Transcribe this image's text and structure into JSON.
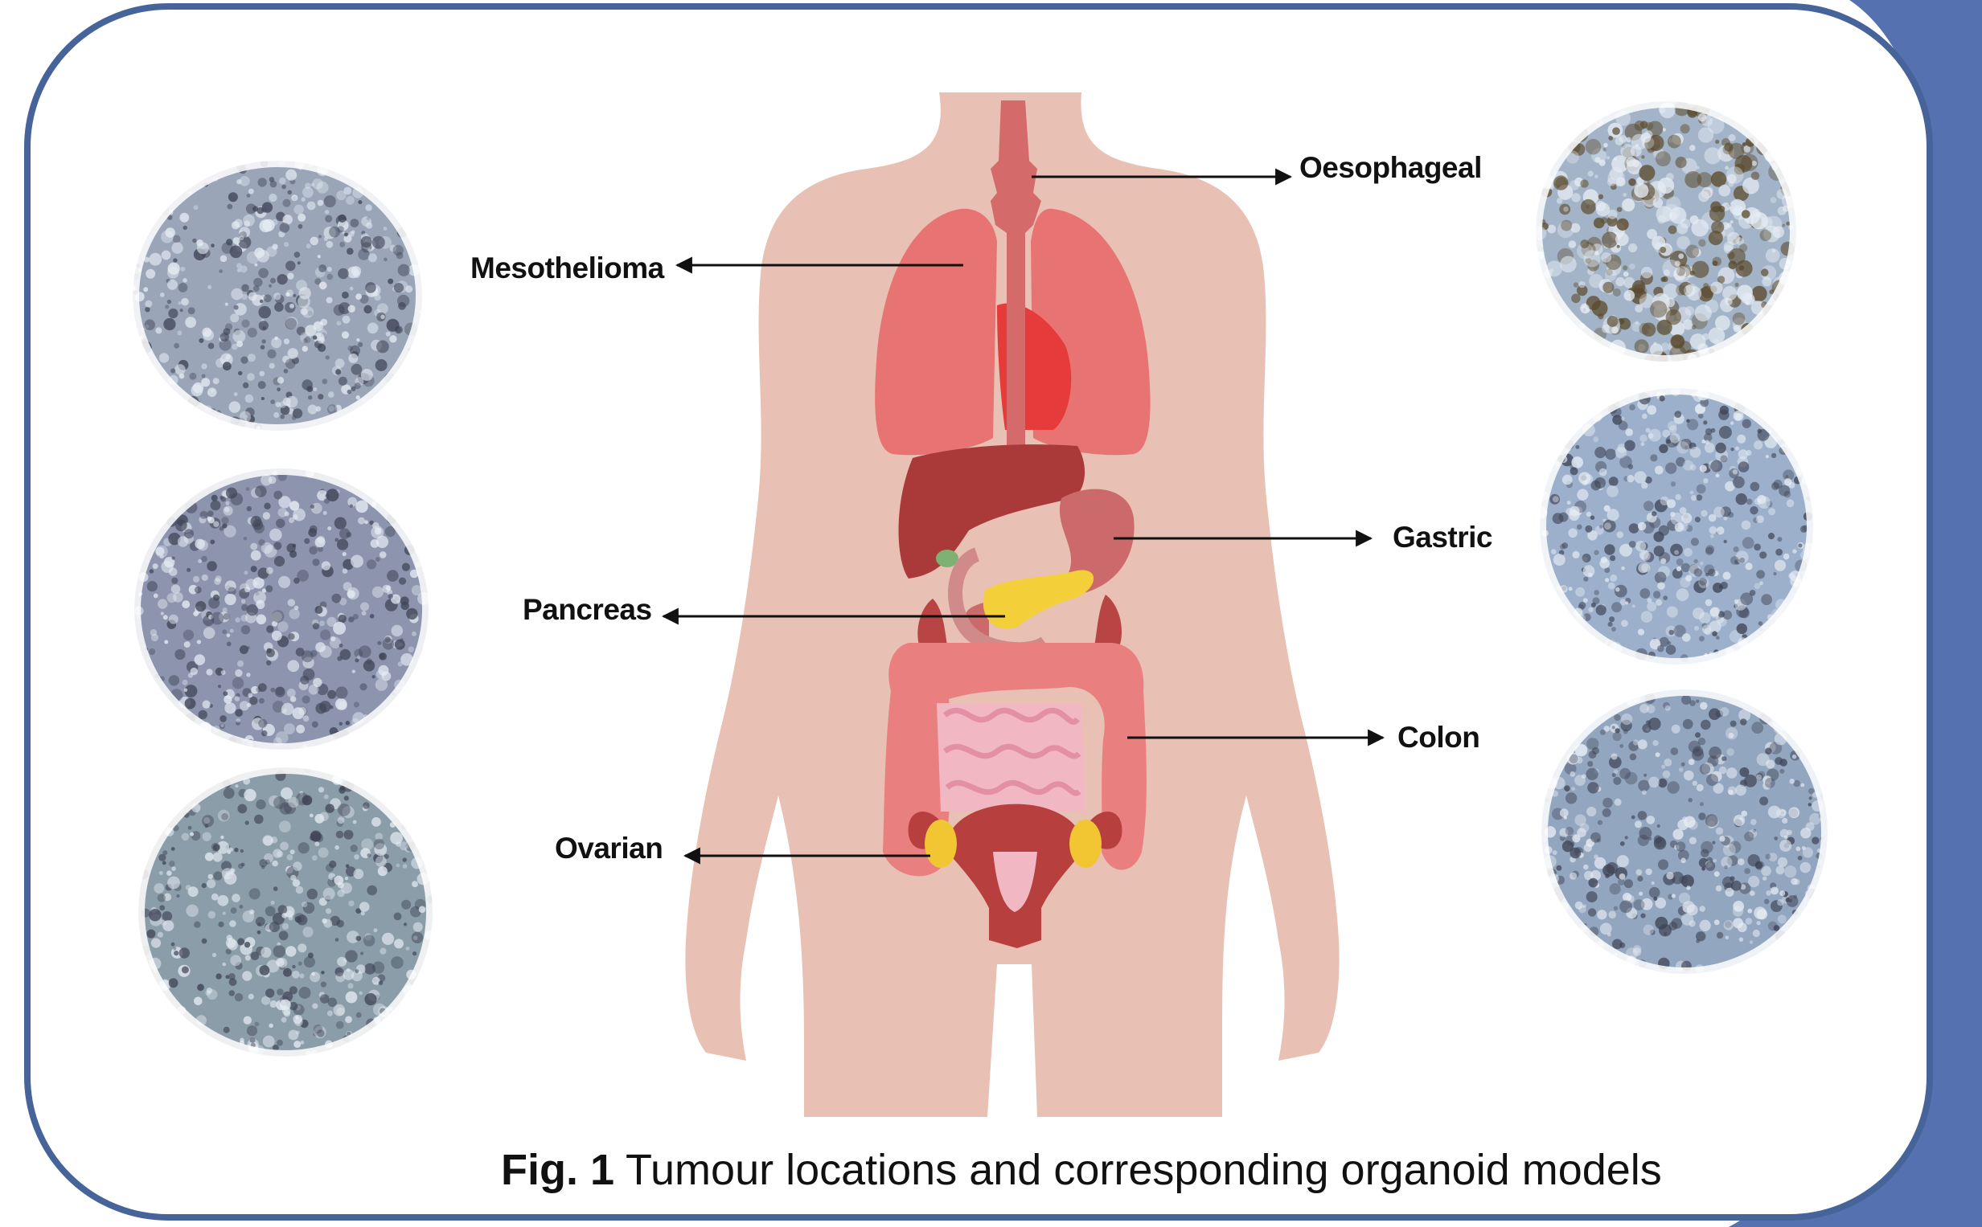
{
  "labels": {
    "oesophageal": "Oesophageal",
    "mesothelioma": "Mesothelioma",
    "gastric": "Gastric",
    "pancreas": "Pancreas",
    "colon": "Colon",
    "ovarian": "Ovarian"
  },
  "caption": {
    "fig": "Fig. 1",
    "text": " Tumour locations and corresponding organoid models"
  },
  "colors": {
    "frame": "#46649a",
    "corner": "#5571b0",
    "skin": "#e8c0b4",
    "lung": "#e77472",
    "heart": "#e53b3a",
    "liver": "#a93a39",
    "stomach": "#cc6a6b",
    "pancreas": "#f3cf3a",
    "colon": "#e9807f",
    "small_intestine": "#f1b8c4",
    "uterus": "#b7403f",
    "ovary": "#f2c632",
    "gallbladder": "#7fb272"
  },
  "organoid_images": [
    {
      "name": "organoid-mesothelioma-image",
      "tone": "#9aa6b8"
    },
    {
      "name": "organoid-pancreas-image",
      "tone": "#8c94ae"
    },
    {
      "name": "organoid-ovarian-image",
      "tone": "#8b9da8"
    },
    {
      "name": "organoid-oesophageal-image",
      "tone": "#a3b4c8"
    },
    {
      "name": "organoid-gastric-image",
      "tone": "#9cb0cb"
    },
    {
      "name": "organoid-colon-image",
      "tone": "#93a6bf"
    }
  ]
}
